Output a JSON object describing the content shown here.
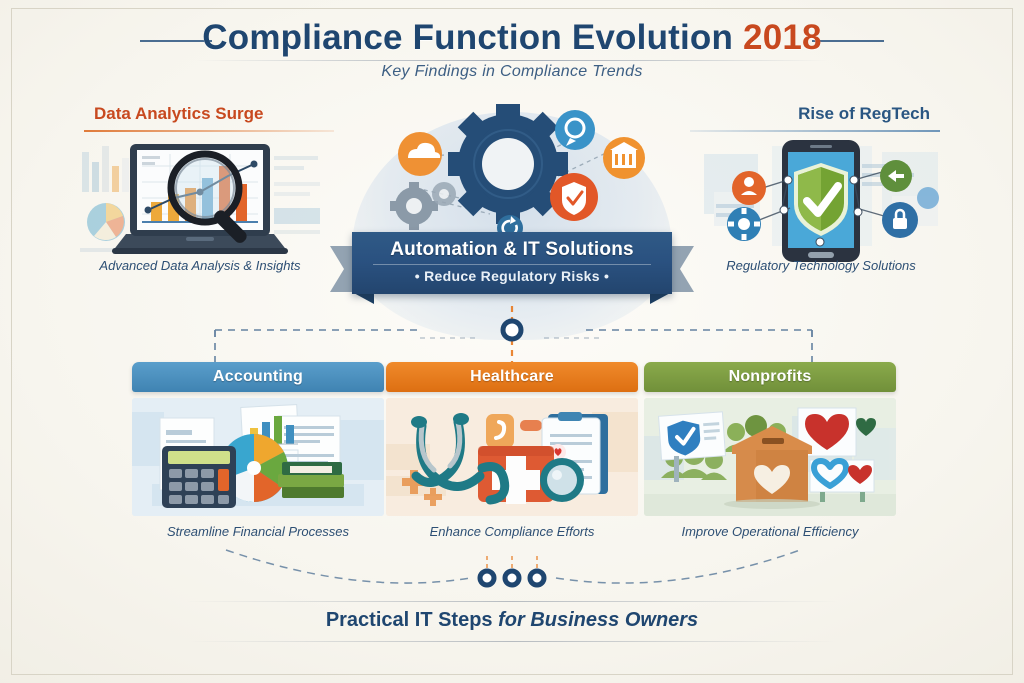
{
  "page": {
    "background_color": "#efece2",
    "accent_blue": "#1f4670",
    "accent_orange": "#c8491f"
  },
  "header": {
    "title_main": "Compliance Function Evolution",
    "title_year": "2018",
    "subtitle": "Key Findings in Compliance Trends"
  },
  "top_sections": {
    "left": {
      "heading": "Data Analytics Surge",
      "caption": "Advanced Data Analysis & Insights",
      "heading_color": "#c8491f",
      "rule_color": "#e07b3a",
      "art_name": "laptop-analytics-illustration"
    },
    "right": {
      "heading": "Rise of RegTech",
      "caption": "Regulatory Technology Solutions",
      "heading_color": "#2a5682",
      "rule_color": "#6f96b9",
      "art_name": "smartphone-shield-network-illustration"
    }
  },
  "center_banner": {
    "title": "Automation & IT Solutions",
    "subtitle": "• Reduce Regulatory Risks •",
    "ribbon_color": "#2a5180",
    "tail_color": "#93a3b2"
  },
  "center_icons": [
    {
      "name": "cloud-icon",
      "color": "#ef9134",
      "glyph": "☁"
    },
    {
      "name": "chat-search-icon",
      "color": "#3a93c8",
      "glyph": "◎"
    },
    {
      "name": "bank-building-icon",
      "color": "#f0922f",
      "glyph": "Ἵb"
    },
    {
      "name": "shield-check-icon",
      "color": "#e25728",
      "glyph": "✔"
    },
    {
      "name": "refresh-icon",
      "color": "#3a7ca8",
      "glyph": "⟳"
    },
    {
      "name": "main-gear-icon",
      "color": "#2a4f79",
      "glyph": "⚙"
    },
    {
      "name": "small-gear-icon",
      "color": "#7b8a99",
      "glyph": "⚙"
    }
  ],
  "regtech_icons": [
    {
      "name": "user-lock-icon",
      "color": "#e2642a"
    },
    {
      "name": "gear-node-icon",
      "color": "#2f7fb5"
    },
    {
      "name": "lock-node-icon",
      "color": "#2f6fa5"
    },
    {
      "name": "upload-node-icon",
      "color": "#5f8f3c"
    },
    {
      "name": "shield-check-large-icon",
      "color": "#6f9c36"
    }
  ],
  "columns": [
    {
      "label": "Accounting",
      "tab_color": "#4f93c2",
      "tab_color_dark": "#3c7fae",
      "panel_bg": "#e3edf4",
      "caption": "Streamline Financial Processes",
      "art_name": "accounting-documents-calculator-illustration"
    },
    {
      "label": "Healthcare",
      "tab_color": "#e8791f",
      "tab_color_dark": "#d1650f",
      "panel_bg": "#f7eadd",
      "caption": "Enhance Compliance Efforts",
      "art_name": "healthcare-stethoscope-firstaid-illustration"
    },
    {
      "label": "Nonprofits",
      "tab_color": "#7f9d42",
      "tab_color_dark": "#6d8a34",
      "panel_bg": "#e7eee2",
      "caption": "Improve Operational Efficiency",
      "art_name": "nonprofit-donation-box-illustration"
    }
  ],
  "footer": {
    "text_bold": "Practical IT Steps",
    "text_italic": "for Business Owners",
    "node_count": 3
  }
}
